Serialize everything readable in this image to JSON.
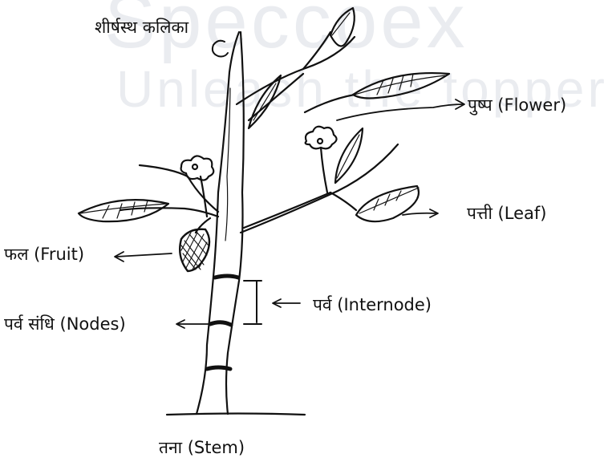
{
  "watermark": {
    "line1": "Speccoex",
    "line2": "Unleash the topper"
  },
  "labels": {
    "apical_bud": "शीर्षस्थ कलिका",
    "flower": "पुष्प (Flower)",
    "leaf": "पत्ती (Leaf)",
    "fruit": "फल (Fruit)",
    "internode": "पर्व (Internode)",
    "nodes": "पर्व संधि (Nodes)",
    "stem": "तना (Stem)"
  },
  "colors": {
    "ink": "#111111",
    "watermark": "#c8cdd7"
  }
}
